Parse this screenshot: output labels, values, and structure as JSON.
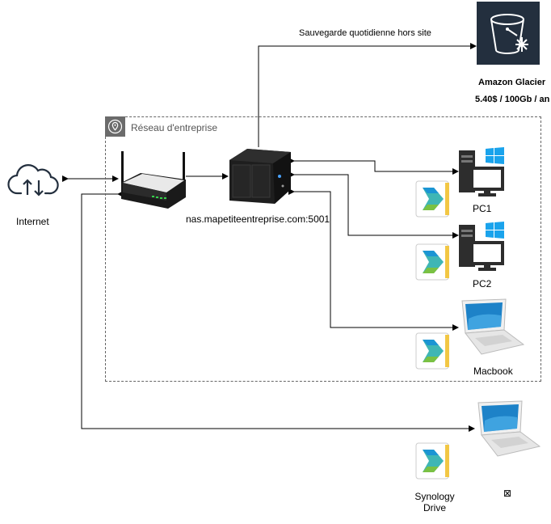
{
  "labels": {
    "internet": "Internet",
    "group_title": "Réseau d'entreprise",
    "nas_address": "nas.mapetiteentreprise.com:5001",
    "backup_link": "Sauvegarde quotidienne hors site",
    "glacier_name": "Amazon Glacier",
    "glacier_price": "5.40$ / 100Gb / an",
    "pc1": "PC1",
    "pc2": "PC2",
    "macbook": "Macbook",
    "synology_drive": "Synology Drive",
    "missing_image": "⊠"
  },
  "icons": {
    "cloud": "cloud-upload-icon",
    "router": "wifi-router-icon",
    "nas": "nas-server-icon",
    "glacier": "glacier-bucket-icon",
    "pc": "windows-pc-icon",
    "laptop": "laptop-icon",
    "drive": "synology-drive-icon",
    "location": "location-pin-icon"
  },
  "colors": {
    "glacier_bg": "#232f3e",
    "drive_green": "#7ac143",
    "drive_blue": "#1b95d4",
    "drive_teal": "#3fb6b5",
    "windows_blue": "#1aa3ec",
    "cloud_stroke": "#232f3e"
  }
}
